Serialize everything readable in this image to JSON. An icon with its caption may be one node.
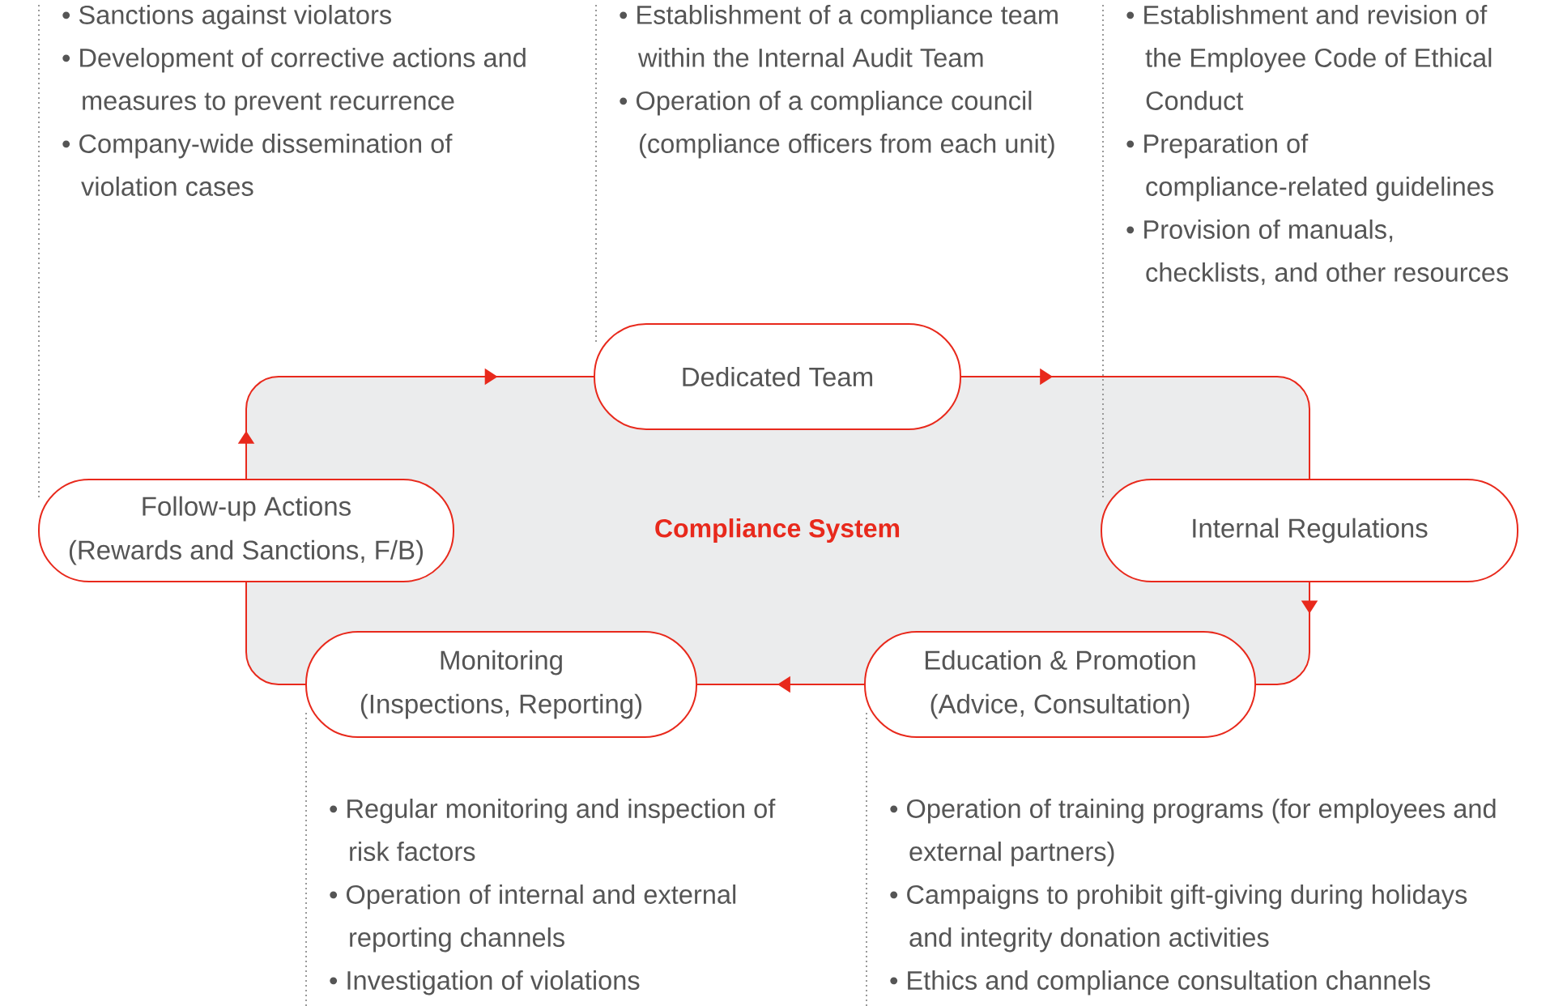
{
  "diagram": {
    "nodes": [
      {
        "text": [
          "Compliance System"
        ]
      },
      {
        "text": [
          "Dedicated Team"
        ]
      },
      {
        "text": [
          "Internal Regulations"
        ]
      },
      {
        "text": [
          "Education & Promotion",
          "(Advice, Consultation)"
        ]
      },
      {
        "text": [
          "Monitoring",
          "(Inspections, Reporting)"
        ]
      },
      {
        "text": [
          "Follow-up Actions",
          "(Rewards and Sanctions, F/B)"
        ]
      },
      {
        "text": [
          "• Sanctions against violators",
          "• Development of corrective actions and measures to prevent recurrence",
          "• Company-wide dissemination of violation cases"
        ]
      },
      {
        "text": [
          "• Establishment of a compliance team within the Internal Audit Team",
          "• Operation of a compliance council (compliance officers from each unit)"
        ]
      },
      {
        "text": [
          "• Establishment and revision of the Employee Code of Ethical Conduct",
          "• Preparation of compliance-related guidelines",
          "• Provision of manuals, checklists, and other resources"
        ]
      },
      {
        "text": [
          "• Regular monitoring and inspection of risk factors",
          "• Operation of internal and external reporting channels",
          "• Investigation of violations"
        ]
      },
      {
        "text": [
          "• Operation of training programs (for employees and external partners)",
          "• Campaigns to prohibit gift-giving during holidays and integrity donation activities",
          "• Ethics and compliance consultation channels"
        ]
      }
    ],
    "edges": [
      {
        "from": 1,
        "to": 2,
        "arrow": "to"
      },
      {
        "from": 2,
        "to": 3,
        "arrow": "to"
      },
      {
        "from": 3,
        "to": 4,
        "arrow": "to"
      },
      {
        "from": 4,
        "to": 5,
        "arrow": "none"
      },
      {
        "from": 5,
        "to": 1,
        "arrow": "to"
      },
      {
        "from": 6,
        "to": 5,
        "arrow": "none",
        "style": "dashed",
        "color": "#999999"
      },
      {
        "from": 7,
        "to": 1,
        "arrow": "none",
        "style": "dashed",
        "color": "#999999"
      },
      {
        "from": 8,
        "to": 2,
        "arrow": "none",
        "style": "dashed",
        "color": "#999999"
      },
      {
        "from": 9,
        "to": 4,
        "arrow": "none",
        "style": "dashed",
        "color": "#999999"
      },
      {
        "from": 10,
        "to": 3,
        "arrow": "none",
        "style": "dashed",
        "color": "#999999"
      }
    ]
  }
}
